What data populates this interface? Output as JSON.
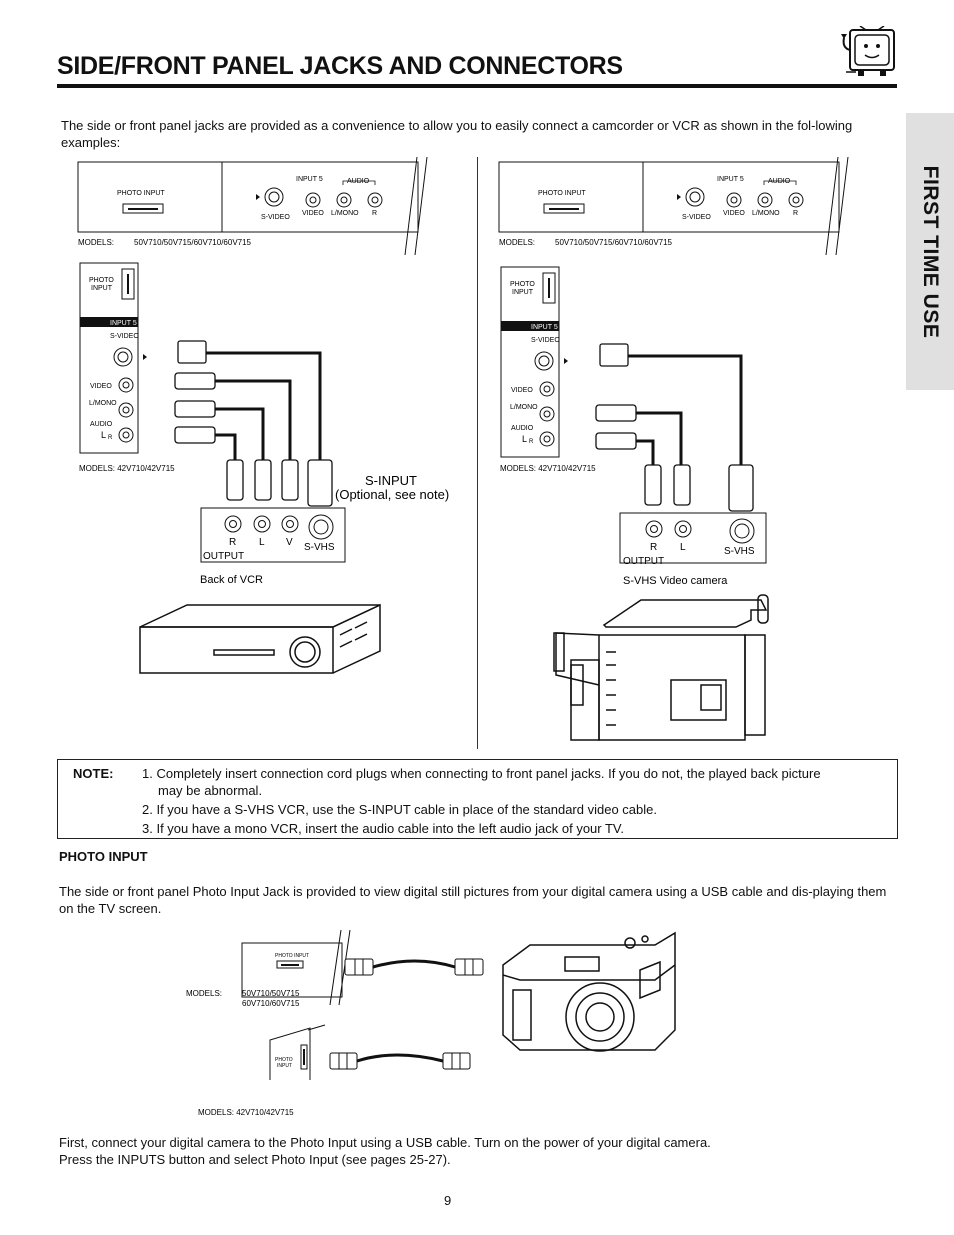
{
  "header": {
    "title": "SIDE/FRONT PANEL JACKS AND CONNECTORS",
    "side_tab": "FIRST TIME USE"
  },
  "intro": "The side or front panel jacks are provided as a convenience to allow you to easily connect a camcorder or VCR as shown in the fol-lowing examples:",
  "diagram_left": {
    "panel_photo_input": "PHOTO INPUT",
    "panel_input5": "INPUT 5",
    "panel_audio": "AUDIO",
    "panel_svideo": "S-VIDEO",
    "panel_video": "VIDEO",
    "panel_lmono": "L/MONO",
    "panel_r": "R",
    "models_label": "MODELS:",
    "models_values": "50V710/50V715/60V710/60V715",
    "side_photo": "PHOTO",
    "side_input": "INPUT",
    "side_input5": "INPUT 5",
    "side_svideo": "S-VIDEO",
    "side_video": "VIDEO",
    "side_lmono": "L/MONO",
    "side_audio": "AUDIO",
    "side_l": "L",
    "side_r": "R",
    "side_models": "MODELS: 42V710/42V715",
    "sinput": "S-INPUT",
    "sinput_note": "(Optional, see note)",
    "out_r": "R",
    "out_l": "L",
    "out_v": "V",
    "out_svhs": "S-VHS",
    "output": "OUTPUT",
    "vcr_caption": "Back of VCR"
  },
  "diagram_right": {
    "panel_photo_input": "PHOTO INPUT",
    "panel_input5": "INPUT 5",
    "panel_audio": "AUDIO",
    "panel_svideo": "S-VIDEO",
    "panel_video": "VIDEO",
    "panel_lmono": "L/MONO",
    "panel_r": "R",
    "models_label": "MODELS:",
    "models_values": "50V710/50V715/60V710/60V715",
    "side_photo": "PHOTO",
    "side_input": "INPUT",
    "side_input5": "INPUT 5",
    "side_svideo": "S-VIDEO",
    "side_video": "VIDEO",
    "side_lmono": "L/MONO",
    "side_audio": "AUDIO",
    "side_l": "L",
    "side_r": "R",
    "side_models": "MODELS: 42V710/42V715",
    "out_r": "R",
    "out_l": "L",
    "out_svhs": "S-VHS",
    "output": "OUTPUT",
    "camera_caption": "S-VHS Video camera"
  },
  "note": {
    "label": "NOTE:",
    "items": [
      "1. Completely insert connection cord plugs when connecting to front panel jacks.  If you do not, the played back picture",
      "may be abnormal.",
      "2. If you have a S-VHS VCR, use the S-INPUT cable in place of the standard video cable.",
      "3. If you have a mono VCR, insert the audio cable into the left audio jack of your TV."
    ]
  },
  "photo_section": {
    "title": "PHOTO INPUT",
    "para1": "The side or front panel Photo Input Jack is provided to view digital still pictures from your digital camera using a USB cable and dis-playing them on the TV screen.",
    "diag_photo_input": "PHOTO INPUT",
    "diag_models_label": "MODELS:",
    "diag_models_1": "50V710/50V715",
    "diag_models_2": "60V710/60V715",
    "diag_side_photo": "PHOTO",
    "diag_side_input": "INPUT",
    "diag_side_models": "MODELS: 42V710/42V715",
    "para2_line1": "First, connect your digital camera to the Photo Input using a USB cable.  Turn on the power of your digital camera.",
    "para2_line2": "Press the INPUTS button and select Photo Input (see pages 25-27)."
  },
  "page_number": "9",
  "icons": {
    "logo": "tv-mascot-icon"
  }
}
